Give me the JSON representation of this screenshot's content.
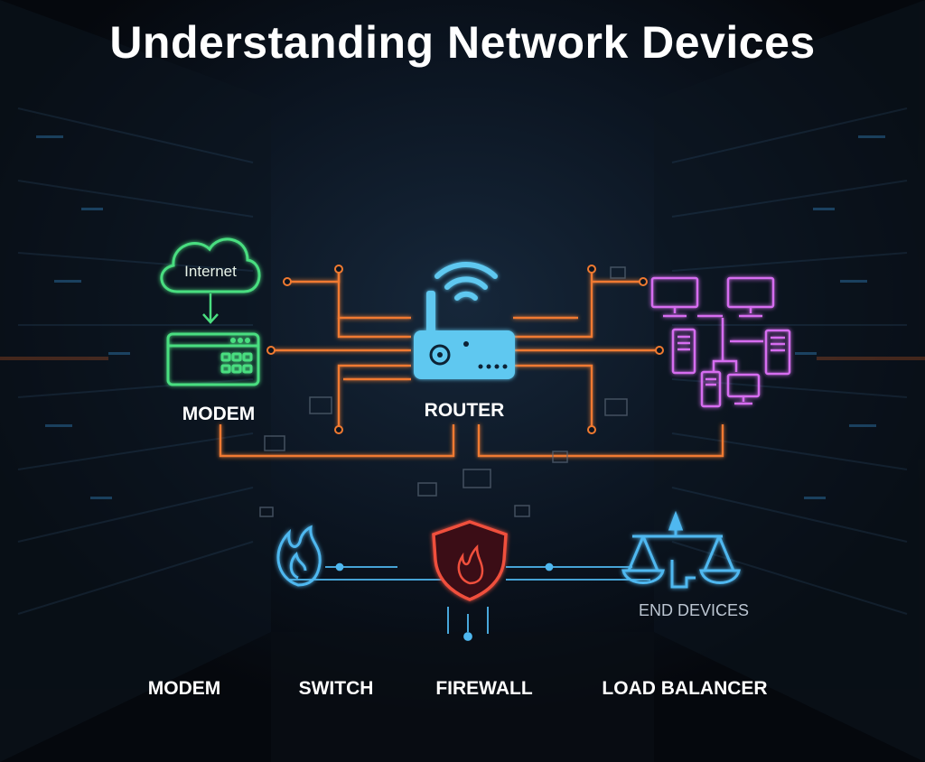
{
  "title": "Understanding Network Devices",
  "nodes": {
    "internet": "Internet",
    "modem": "MODEM",
    "router": "ROUTER",
    "end_devices": "END DEVICES"
  },
  "bottom_labels": {
    "modem": "MODEM",
    "switch": "SWITCH",
    "firewall": "FIREWALL",
    "load_balancer": "LOAD BALANCER"
  },
  "colors": {
    "modem": "#4ade80",
    "router": "#5ec8f0",
    "end_devices": "#d66df0",
    "firewall": "#f0503c",
    "links": "#f07a30",
    "load_balancer": "#4fb8f0",
    "switch": "#4fb8f0"
  }
}
